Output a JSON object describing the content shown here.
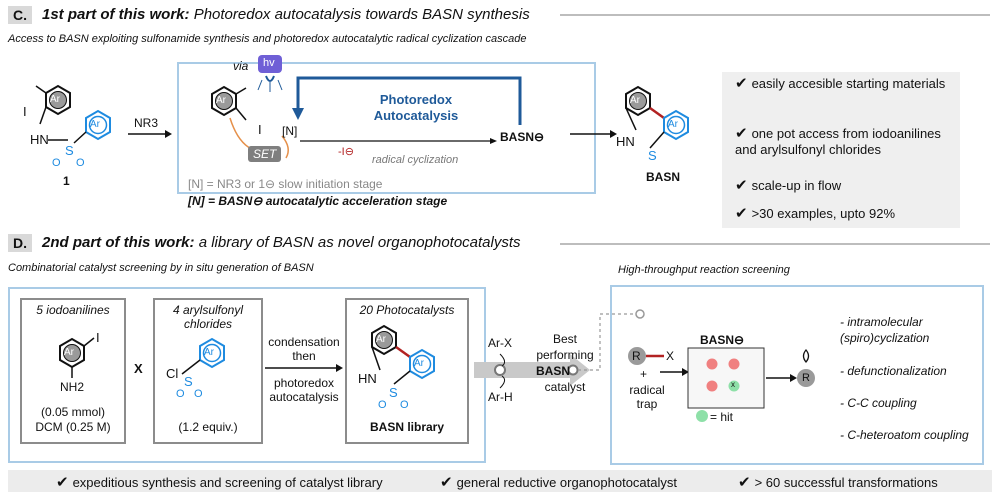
{
  "sectionC": {
    "label": "C.",
    "title_bold": "1st part of this work:",
    "title_rest": "Photoredox autocatalysis towards BASN synthesis",
    "subtitle": "Access to BASN exploiting sulfonamide synthesis and photoredox autocatalytic radical cyclization cascade",
    "reagent": "NR3",
    "via": "via",
    "hv": "hv",
    "set": "SET",
    "n_label": "[N]",
    "minus_i": "-I⊖",
    "radical_cyclization": "radical cyclization",
    "photoredox_autocatalysis": "Photoredox Autocatalysis",
    "basn_minus": "BASN⊖",
    "compound_1": "1",
    "product": "BASN",
    "init_line": "[N] = NR3  or 1⊖ slow initiation stage",
    "accel_line": "[N] = BASN⊖ autocatalytic acceleration stage",
    "checks": [
      "easily accesible starting materials",
      "one pot access from iodoanilines and arylsulfonyl chlorides",
      "scale-up in flow",
      ">30 examples, upto 92%"
    ]
  },
  "sectionD": {
    "label": "D.",
    "title_bold": "2nd part of this work:",
    "title_rest": "a library of BASN as novel organophotocatalysts",
    "left_subtitle": "Combinatorial catalyst screening by in situ generation of BASN",
    "right_subtitle": "High-throughput reaction screening",
    "box1_title": "5 iodoanilines",
    "box1_amount": "(0.05 mmol)",
    "box1_solvent": "DCM (0.25 M)",
    "nh2": "NH2",
    "times": "X",
    "box2_title": "4 arylsulfonyl chlorides",
    "box2_amount": "(1.2 equiv.)",
    "cl": "Cl",
    "conditions": [
      "condensation",
      "then",
      "photoredox",
      "autocatalysis"
    ],
    "box3_title": "20 Photocatalysts",
    "box3_bottom": "BASN library",
    "arx": "Ar-X",
    "arh": "Ar-H",
    "best": [
      "Best",
      "performing",
      "BASN",
      "catalyst"
    ],
    "r_label": "R",
    "x_label": "X",
    "plus": "+",
    "radical_trap": [
      "radical",
      "trap"
    ],
    "plate_label": "BASN⊖",
    "hit_label": "= hit",
    "product_r": "R",
    "reactions": [
      "- intramolecular (spiro)cyclization",
      "- defunctionalization",
      "- C-C coupling",
      "- C-heteroatom coupling"
    ]
  },
  "bottom_checks": [
    "expeditious synthesis and screening of catalyst library",
    "general reductive organophotocatalyst",
    "> 60 successful transformations"
  ],
  "common": {
    "ar": "Ar",
    "hn": "HN",
    "s": "S",
    "o": "O",
    "i": "I",
    "check": "✔",
    "hit_marker": "x"
  },
  "colors": {
    "blue_accent": "#1f5a99",
    "ring_blue": "#1e8be0",
    "box_blue": "#a9cbe6",
    "bond_red": "#b22222",
    "orange": "#e5904a",
    "hv_purple": "#6f5fd6",
    "panel_gray": "#efefef"
  }
}
